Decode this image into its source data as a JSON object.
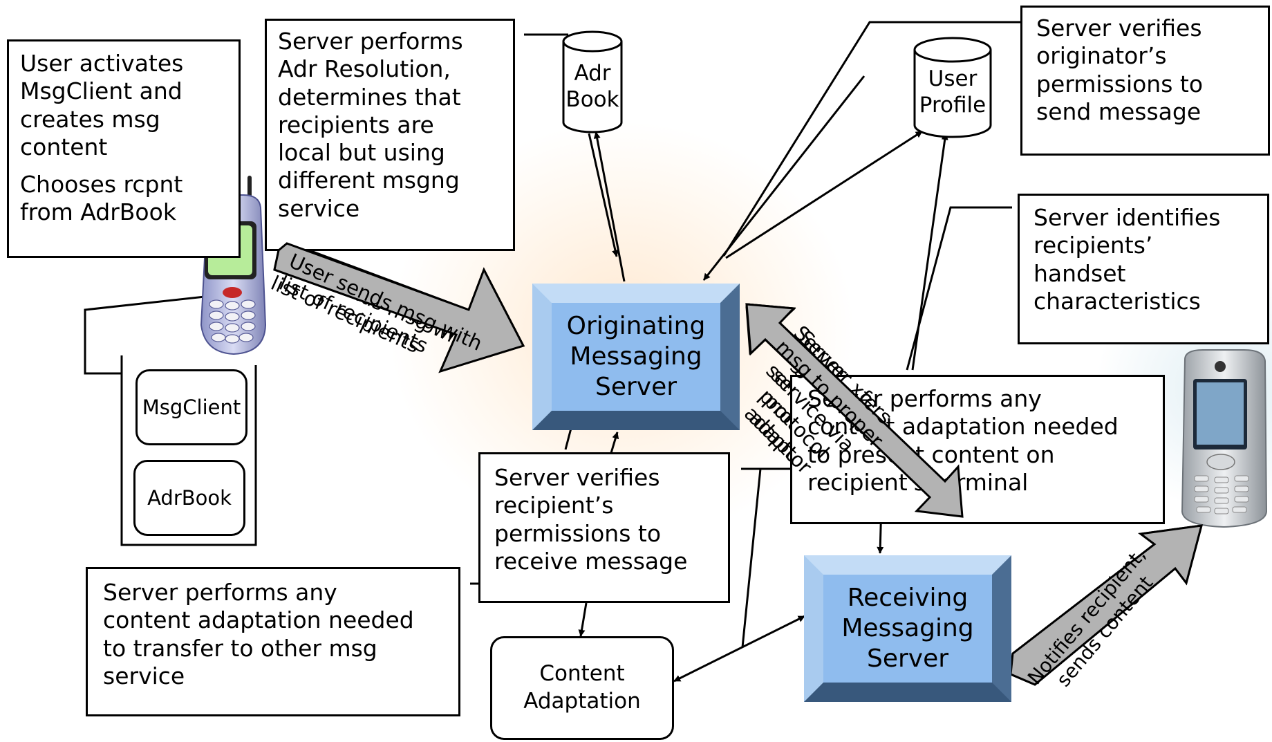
{
  "notes": {
    "user_activates": "User activates\nMsgClient and\ncreates msg\ncontent",
    "chooses_rcpnt": "Chooses rcpnt\nfrom AdrBook",
    "adr_resolution": "Server performs\nAdr Resolution,\ndetermines that\nrecipients are\nlocal but using\ndifferent msgng\nservice",
    "verifies_originator": "Server verifies\noriginator’s\npermissions to\nsend message",
    "identifies_recipients": "Server identifies\nrecipients’\nhandset\ncharacteristics",
    "adaptation_terminal": "Server performs any\ncontent adaptation needed\nto present content on\nrecipient's terminal",
    "verifies_recipient": "Server verifies\nrecipient’s\npermissions to\nreceive message",
    "adaptation_transfer": "Server performs any\ncontent adaptation needed\nto transfer to other msg\nservice"
  },
  "databases": {
    "adr_book": "Adr\nBook",
    "user_profile": "User\nProfile"
  },
  "servers": {
    "originating": "Originating\nMessaging\nServer",
    "receiving": "Receiving\nMessaging\nServer"
  },
  "components": {
    "msg_client": "MsgClient",
    "adr_book": "AdrBook",
    "content_adaptation": "Content\nAdaptation"
  },
  "arrow_labels": {
    "user_sends": "User sends msg with\nlist of recipients",
    "server_xfers": "Server xfers\nmsg to proper\nservice via\nprotocol\nadaptor",
    "notifies": "Notifies recipient,\nsends content"
  },
  "colors": {
    "server_face": "#8fbcee",
    "arrow_fill": "#b3b3b3"
  },
  "icons": {
    "left_handset": "mobile-phone-icon",
    "right_handset": "mobile-phone-icon"
  }
}
